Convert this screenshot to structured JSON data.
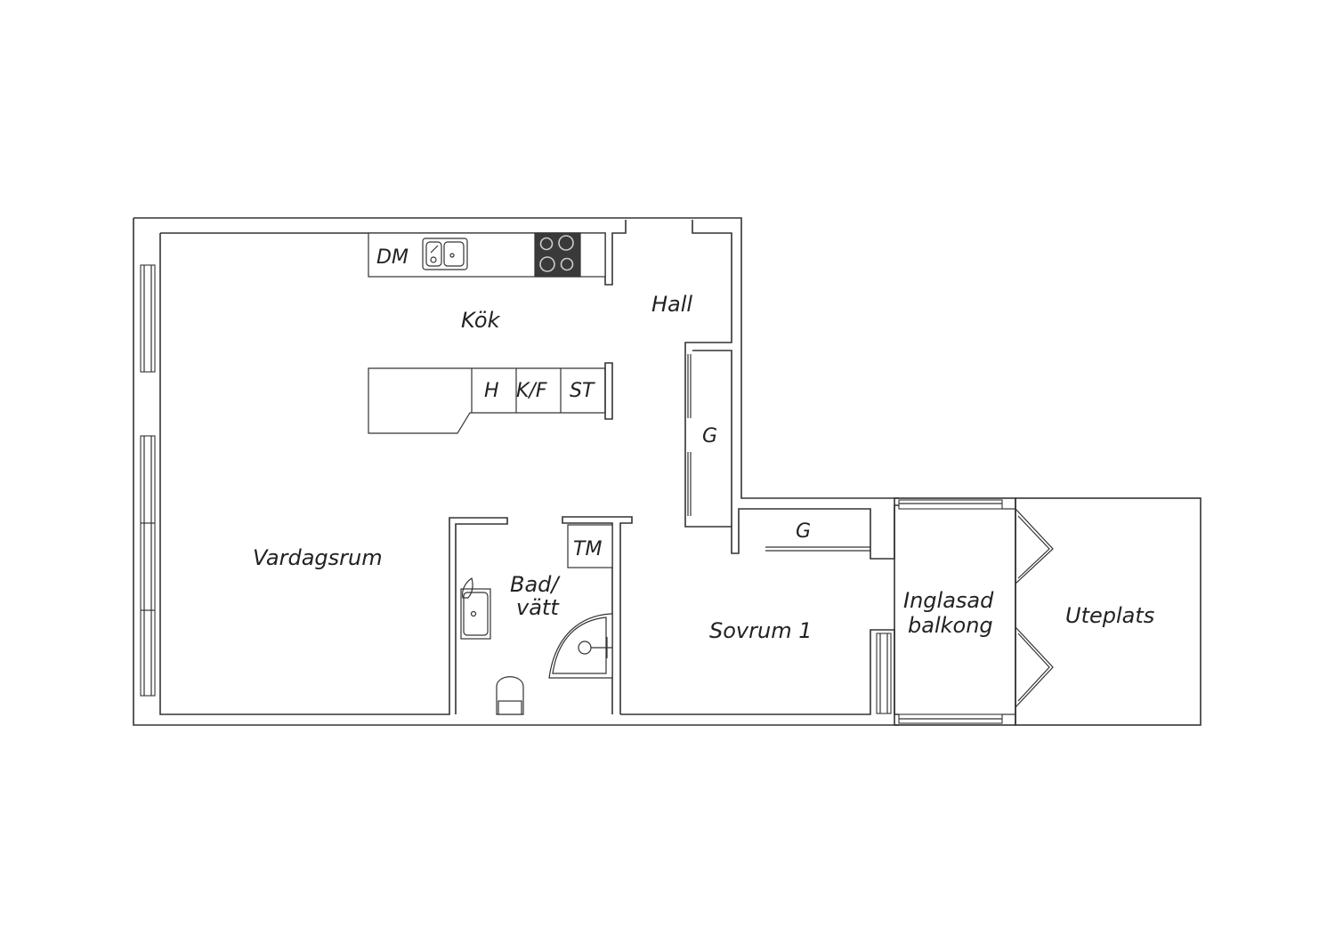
{
  "floorplan": {
    "rooms": {
      "kok": "Kök",
      "hall": "Hall",
      "vardagsrum": "Vardagsrum",
      "bad_line1": "Bad/",
      "bad_line2": "vätt",
      "sovrum": "Sovrum 1",
      "balkong_line1": "Inglasad",
      "balkong_line2": "balkong",
      "uteplats": "Uteplats"
    },
    "fixtures": {
      "dishwasher": "DM",
      "oven": "H",
      "fridge_freezer": "K/F",
      "storage": "ST",
      "wardrobe_hall": "G",
      "wardrobe_bedroom": "G",
      "washing_machine": "TM"
    },
    "icons": [
      "sink-icon",
      "stove-icon",
      "toilet-icon",
      "washbasin-icon",
      "shower-icon",
      "window-icon",
      "door-icon"
    ],
    "colors": {
      "line": "#333333",
      "stove": "#3a3a3a",
      "background": "#ffffff"
    }
  }
}
